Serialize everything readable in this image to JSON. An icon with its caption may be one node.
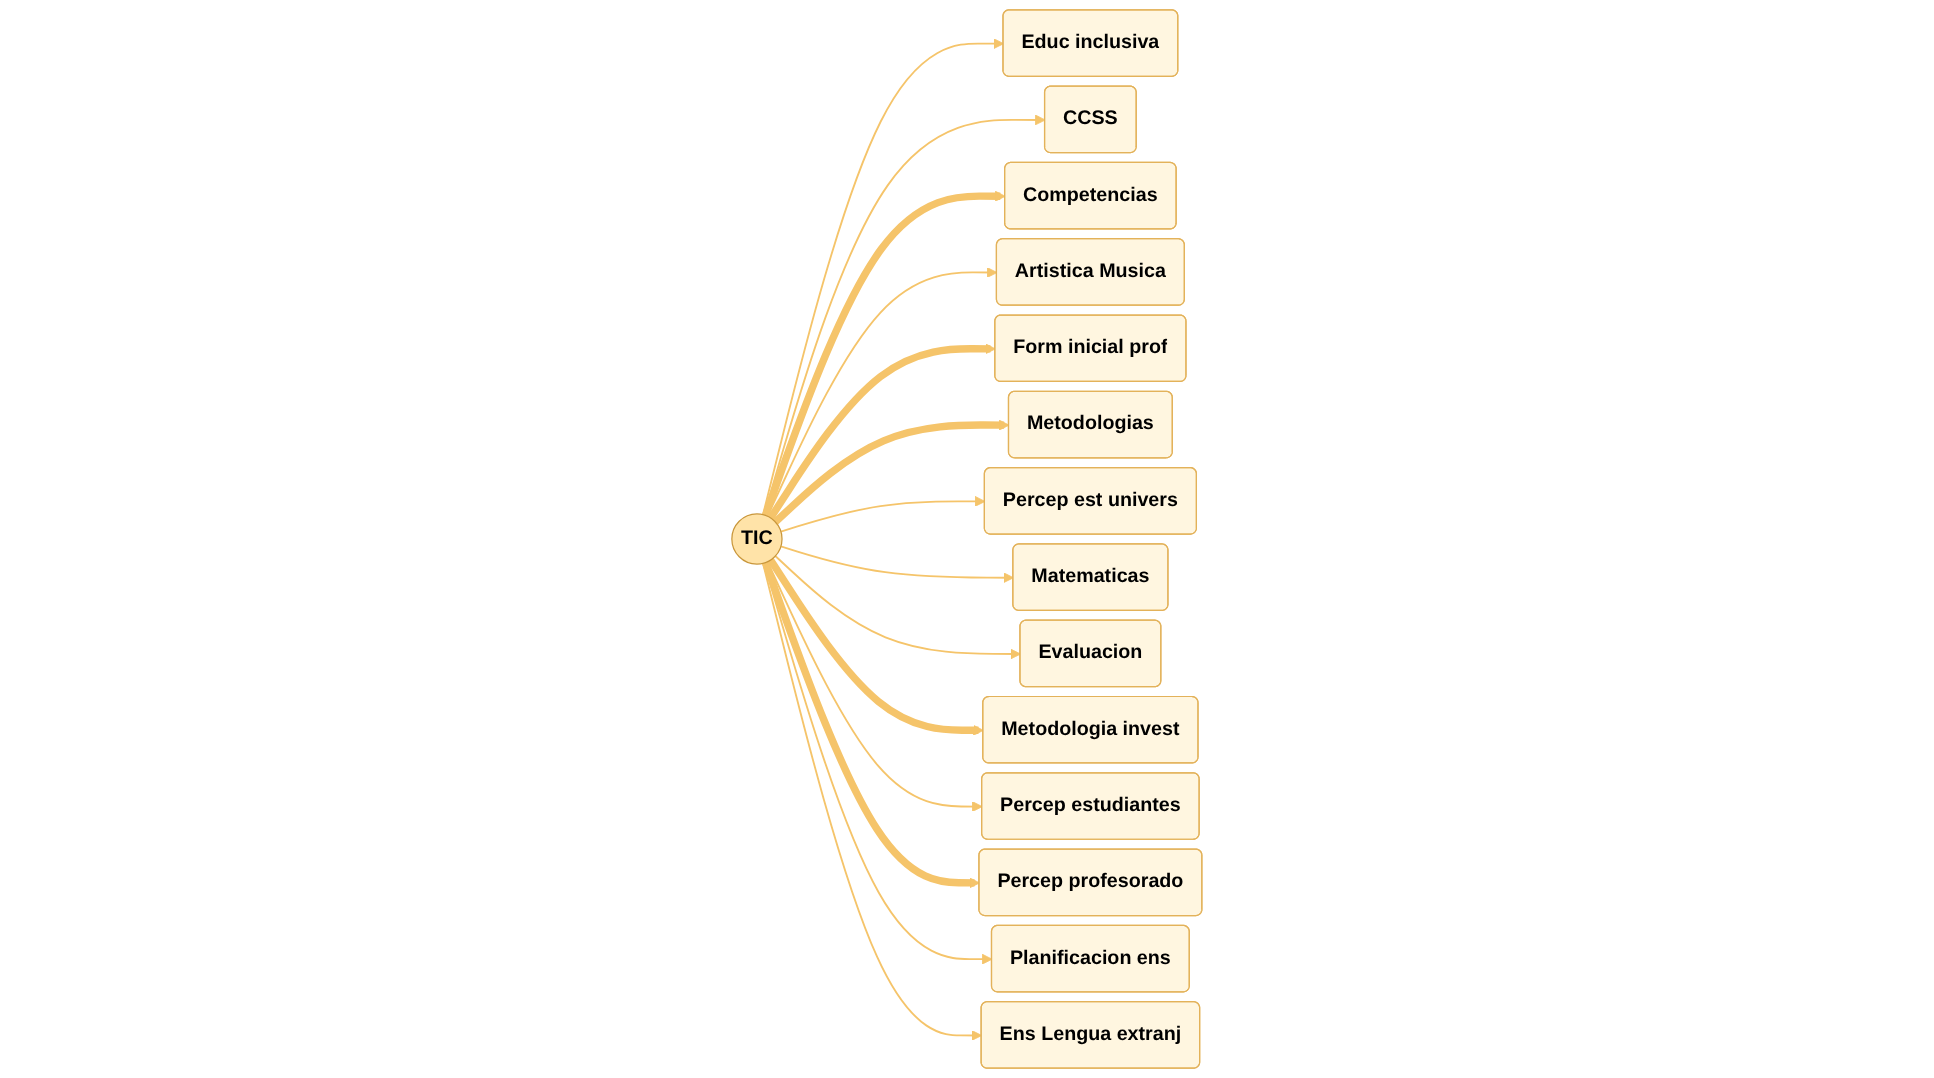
{
  "diagram": {
    "nodes": [
      {
        "text": [
          "TIC"
        ]
      },
      {
        "text": [
          "Educ inclusiva"
        ]
      },
      {
        "text": [
          "CCSS"
        ]
      },
      {
        "text": [
          "Competencias"
        ]
      },
      {
        "text": [
          "Artistica Musica"
        ]
      },
      {
        "text": [
          "Form inicial prof"
        ]
      },
      {
        "text": [
          "Metodologias"
        ]
      },
      {
        "text": [
          "Percep est univers"
        ]
      },
      {
        "text": [
          "Matematicas"
        ]
      },
      {
        "text": [
          "Evaluacion"
        ]
      },
      {
        "text": [
          "Metodologia invest"
        ]
      },
      {
        "text": [
          "Percep estudiantes"
        ]
      },
      {
        "text": [
          "Percep profesorado"
        ]
      },
      {
        "text": [
          "Planificacion ens"
        ]
      },
      {
        "text": [
          "Ens Lengua extranj"
        ]
      }
    ],
    "edges": [
      {
        "from": 0,
        "to": 1,
        "arrow": "to"
      },
      {
        "from": 0,
        "to": 2,
        "arrow": "to"
      },
      {
        "from": 0,
        "to": 3,
        "arrow": "to",
        "style": "thick"
      },
      {
        "from": 0,
        "to": 4,
        "arrow": "to"
      },
      {
        "from": 0,
        "to": 5,
        "arrow": "to",
        "style": "thick"
      },
      {
        "from": 0,
        "to": 6,
        "arrow": "to",
        "style": "thick"
      },
      {
        "from": 0,
        "to": 7,
        "arrow": "to"
      },
      {
        "from": 0,
        "to": 8,
        "arrow": "to"
      },
      {
        "from": 0,
        "to": 9,
        "arrow": "to"
      },
      {
        "from": 0,
        "to": 10,
        "arrow": "to",
        "style": "thick"
      },
      {
        "from": 0,
        "to": 11,
        "arrow": "to"
      },
      {
        "from": 0,
        "to": 12,
        "arrow": "to",
        "style": "thick"
      },
      {
        "from": 0,
        "to": 13,
        "arrow": "to"
      },
      {
        "from": 0,
        "to": 14,
        "arrow": "to"
      }
    ]
  }
}
